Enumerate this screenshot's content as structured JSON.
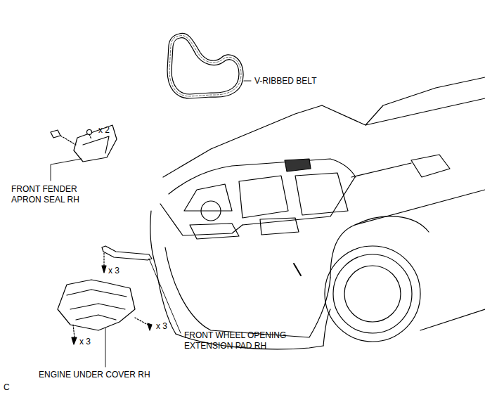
{
  "diagram": {
    "labels": [
      "V-RIBBED BELT",
      "x 2",
      "FRONT FENDER APRON SEAL RH",
      "x 3",
      "x 3",
      "FRONT WHEEL OPENING EXTENSION PAD RH",
      "x 3",
      "ENGINE UNDER COVER RH",
      "C"
    ]
  }
}
